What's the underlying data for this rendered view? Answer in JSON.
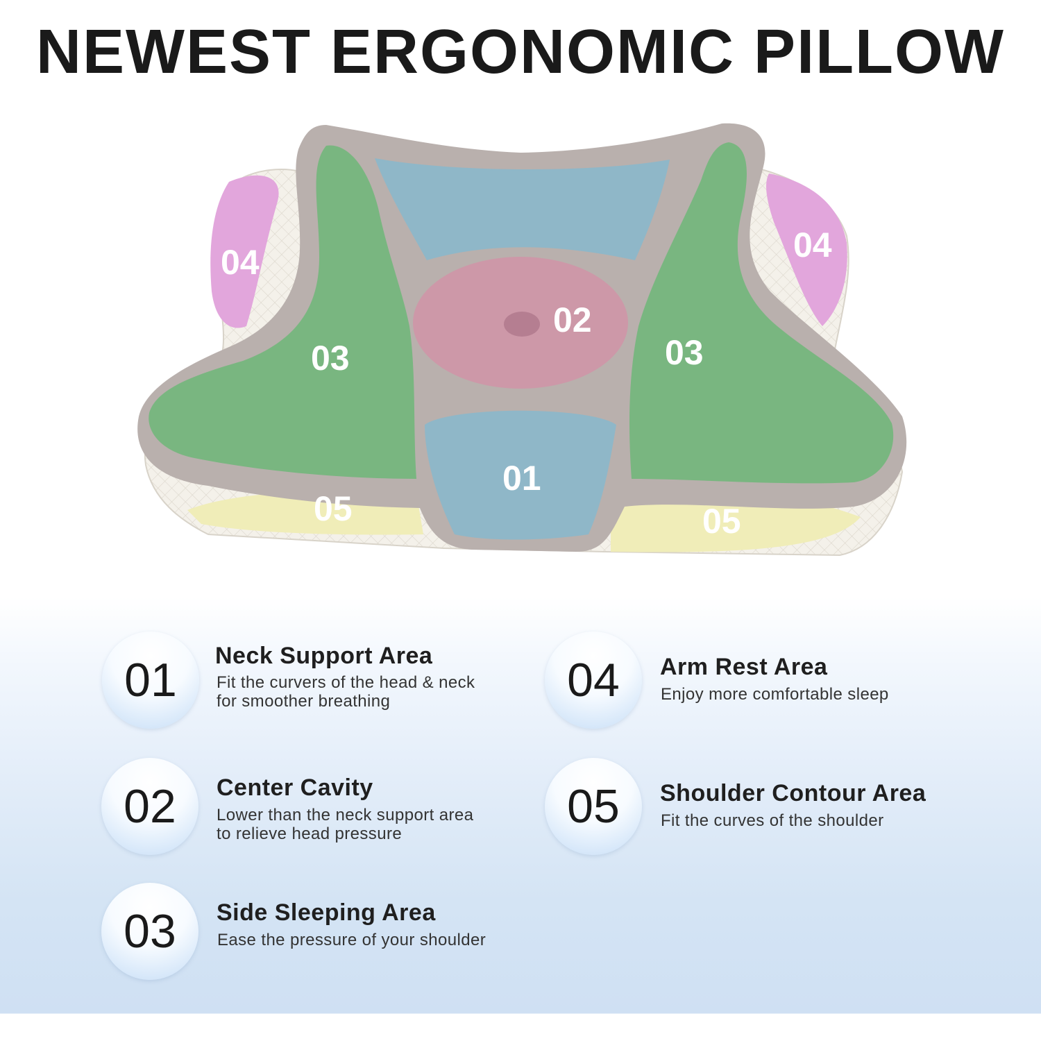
{
  "title": "NEWEST ERGONOMIC PILLOW",
  "colors": {
    "neck_zone": "#8fb7c8",
    "cavity_zone": "#cd98a8",
    "side_zone": "#79b680",
    "arm_zone": "#e2a6dc",
    "shoulder_zone": "#f0edb8",
    "pillow_cover": "#b9b0ad"
  },
  "pillow": {
    "zones": {
      "neck": "01",
      "cavity": "02",
      "side_left": "03",
      "side_right": "03",
      "arm_left": "04",
      "arm_right": "04",
      "shoulder_left": "05",
      "shoulder_right": "05"
    }
  },
  "features": [
    {
      "number": "01",
      "title": "Neck Support Area",
      "desc": "Fit the curvers of the head & neck\nfor smoother breathing"
    },
    {
      "number": "02",
      "title": "Center Cavity",
      "desc": "Lower than the neck support area\nto relieve head pressure"
    },
    {
      "number": "03",
      "title": "Side Sleeping Area",
      "desc": "Ease the pressure of your shoulder"
    },
    {
      "number": "04",
      "title": "Arm Rest Area",
      "desc": "Enjoy more comfortable sleep"
    },
    {
      "number": "05",
      "title": "Shoulder Contour Area",
      "desc": "Fit the curves of the shoulder"
    }
  ]
}
